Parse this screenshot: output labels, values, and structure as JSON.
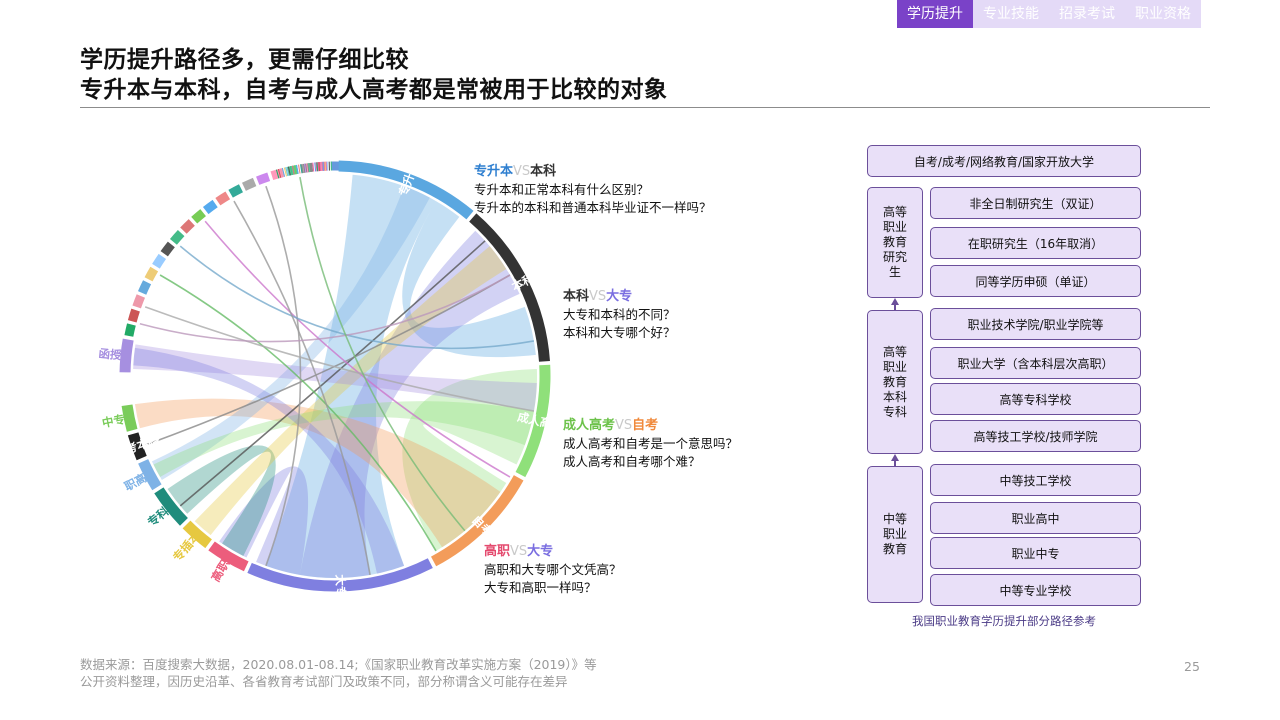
{
  "tabs": [
    {
      "label": "学历提升",
      "active": true
    },
    {
      "label": "专业技能",
      "active": false
    },
    {
      "label": "招录考试",
      "active": false
    },
    {
      "label": "职业资格",
      "active": false
    }
  ],
  "title_line1": "学历提升路径多，更需仔细比较",
  "title_line2": "专升本与本科，自考与成人高考都是常被用于比较的对象",
  "chord": {
    "groups": [
      {
        "label": "专升本",
        "color": "#5aa7e0"
      },
      {
        "label": "本科",
        "color": "#333333"
      },
      {
        "label": "成人高考",
        "color": "#8fe07a"
      },
      {
        "label": "自考",
        "color": "#f39c5a"
      },
      {
        "label": "大专",
        "color": "#7f7fe0"
      },
      {
        "label": "高职",
        "color": "#ec5d7c"
      },
      {
        "label": "专插本",
        "color": "#e6c840"
      },
      {
        "label": "专科",
        "color": "#1f8c7c"
      },
      {
        "label": "职高",
        "color": "#7eb2e6"
      },
      {
        "label": "自考本科",
        "color": "#222222"
      },
      {
        "label": "中专",
        "color": "#7acc5a"
      },
      {
        "label": "函授",
        "color": "#a68fe0"
      }
    ]
  },
  "annotations": [
    {
      "a": "专升本",
      "vs": "VS",
      "b": "本科",
      "a_color": "#2f7fd0",
      "b_color": "#333333",
      "lines": [
        "专升本和正常本科有什么区别？",
        "专升本的本科和普通本科毕业证不一样吗？"
      ]
    },
    {
      "a": "本科",
      "vs": "VS",
      "b": "大专",
      "a_color": "#333333",
      "b_color": "#7a6ee0",
      "lines": [
        "大专和本科的不同？",
        "本科和大专哪个好？"
      ]
    },
    {
      "a": "成人高考",
      "vs": "VS",
      "b": "自考",
      "a_color": "#6cc24a",
      "b_color": "#f08a3c",
      "lines": [
        "成人高考和自考是一个意思吗？",
        "成人高考和自考哪个难？"
      ]
    },
    {
      "a": "高职",
      "vs": "VS",
      "b": "大专",
      "a_color": "#e44a6e",
      "b_color": "#7a6ee0",
      "lines": [
        "高职和大专哪个文凭高？",
        "大专和高职一样吗？"
      ]
    }
  ],
  "structure": {
    "top": "自考/成考/网络教育/国家开放大学",
    "groups": [
      {
        "label": "高等职业教育研究生",
        "items": [
          "非全日制研究生（双证）",
          "在职研究生（16年取消）",
          "同等学历申硕（单证）"
        ]
      },
      {
        "label": "高等职业教育本科专科",
        "items": [
          "职业技术学院/职业学院等",
          "职业大学（含本科层次高职）",
          "高等专科学校",
          "高等技工学校/技师学院"
        ]
      },
      {
        "label": "中等职业教育",
        "items": [
          "中等技工学校",
          "职业高中",
          "职业中专",
          "中等专业学校"
        ]
      }
    ],
    "caption": "我国职业教育学历提升部分路径参考"
  },
  "source_line1": "数据来源：百度搜索大数据，2020.08.01-08.14;《国家职业教育改革实施方案（2019）》等",
  "source_line2": "公开资料整理，因历史沿革、各省教育考试部门及政策不同，部分称谓含义可能存在差异",
  "page_number": "25"
}
